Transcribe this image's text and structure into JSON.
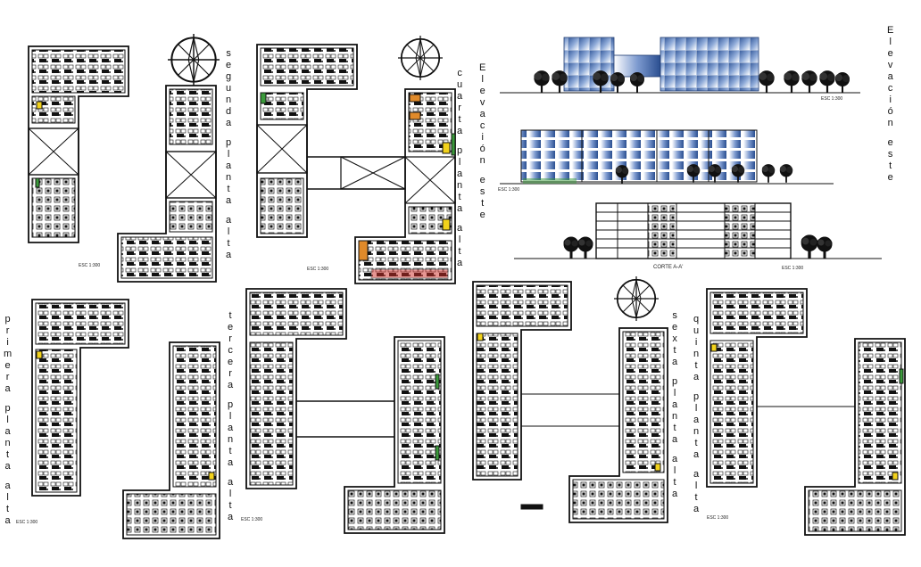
{
  "labels": {
    "segunda": "segunda planta alta",
    "cuarta": "cuarta planta alta",
    "primera": "primera planta alta",
    "tercera": "tercera planta alta",
    "sexta": "sexta planta alta",
    "quinta": "quinta planta alta",
    "elev_este_1": "Elevación este",
    "elev_este_2": "Elevación este"
  },
  "scale_text": "ESC 1:300",
  "section_label": "CORTE A-A'",
  "colors": {
    "ink": "#111111",
    "glass_dark": "#3a5f9e",
    "glass_light": "#e9f0fb",
    "accent_yellow": "#f2d21b",
    "accent_orange": "#e08a2a",
    "accent_red": "#d0302a",
    "accent_green": "#3a9a3a"
  }
}
